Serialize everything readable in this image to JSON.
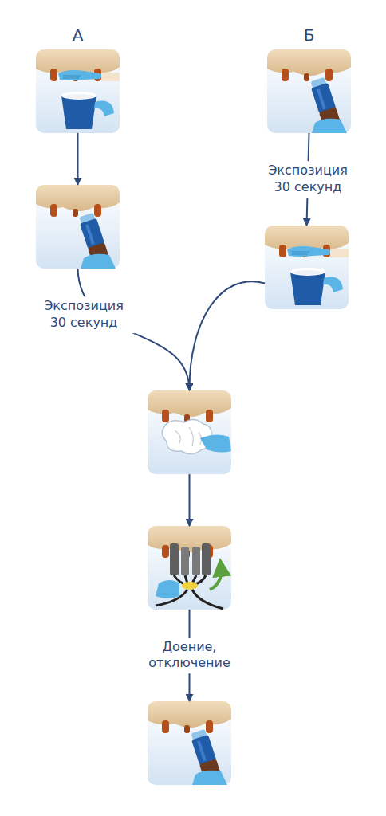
{
  "diagram": {
    "nodes": [
      {
        "text": [
          "А"
        ]
      },
      {
        "text": [
          "Б"
        ]
      },
      {
        "text": []
      },
      {
        "text": []
      },
      {
        "text": []
      },
      {
        "text": []
      },
      {
        "text": []
      }
    ],
    "edges": [
      {
        "from": 0,
        "to": 2,
        "arrow": "to"
      },
      {
        "from": 1,
        "to": 3,
        "label": "Экспозиция 30 секунд",
        "arrow": "to"
      },
      {
        "from": 2,
        "to": 4,
        "label": "Экспозиция 30 секунд",
        "arrow": "to"
      },
      {
        "from": 3,
        "to": 4,
        "arrow": "to"
      },
      {
        "from": 4,
        "to": 5,
        "arrow": "to"
      },
      {
        "from": 5,
        "to": 6,
        "label": "Доение, отключение",
        "arrow": "to"
      }
    ]
  }
}
